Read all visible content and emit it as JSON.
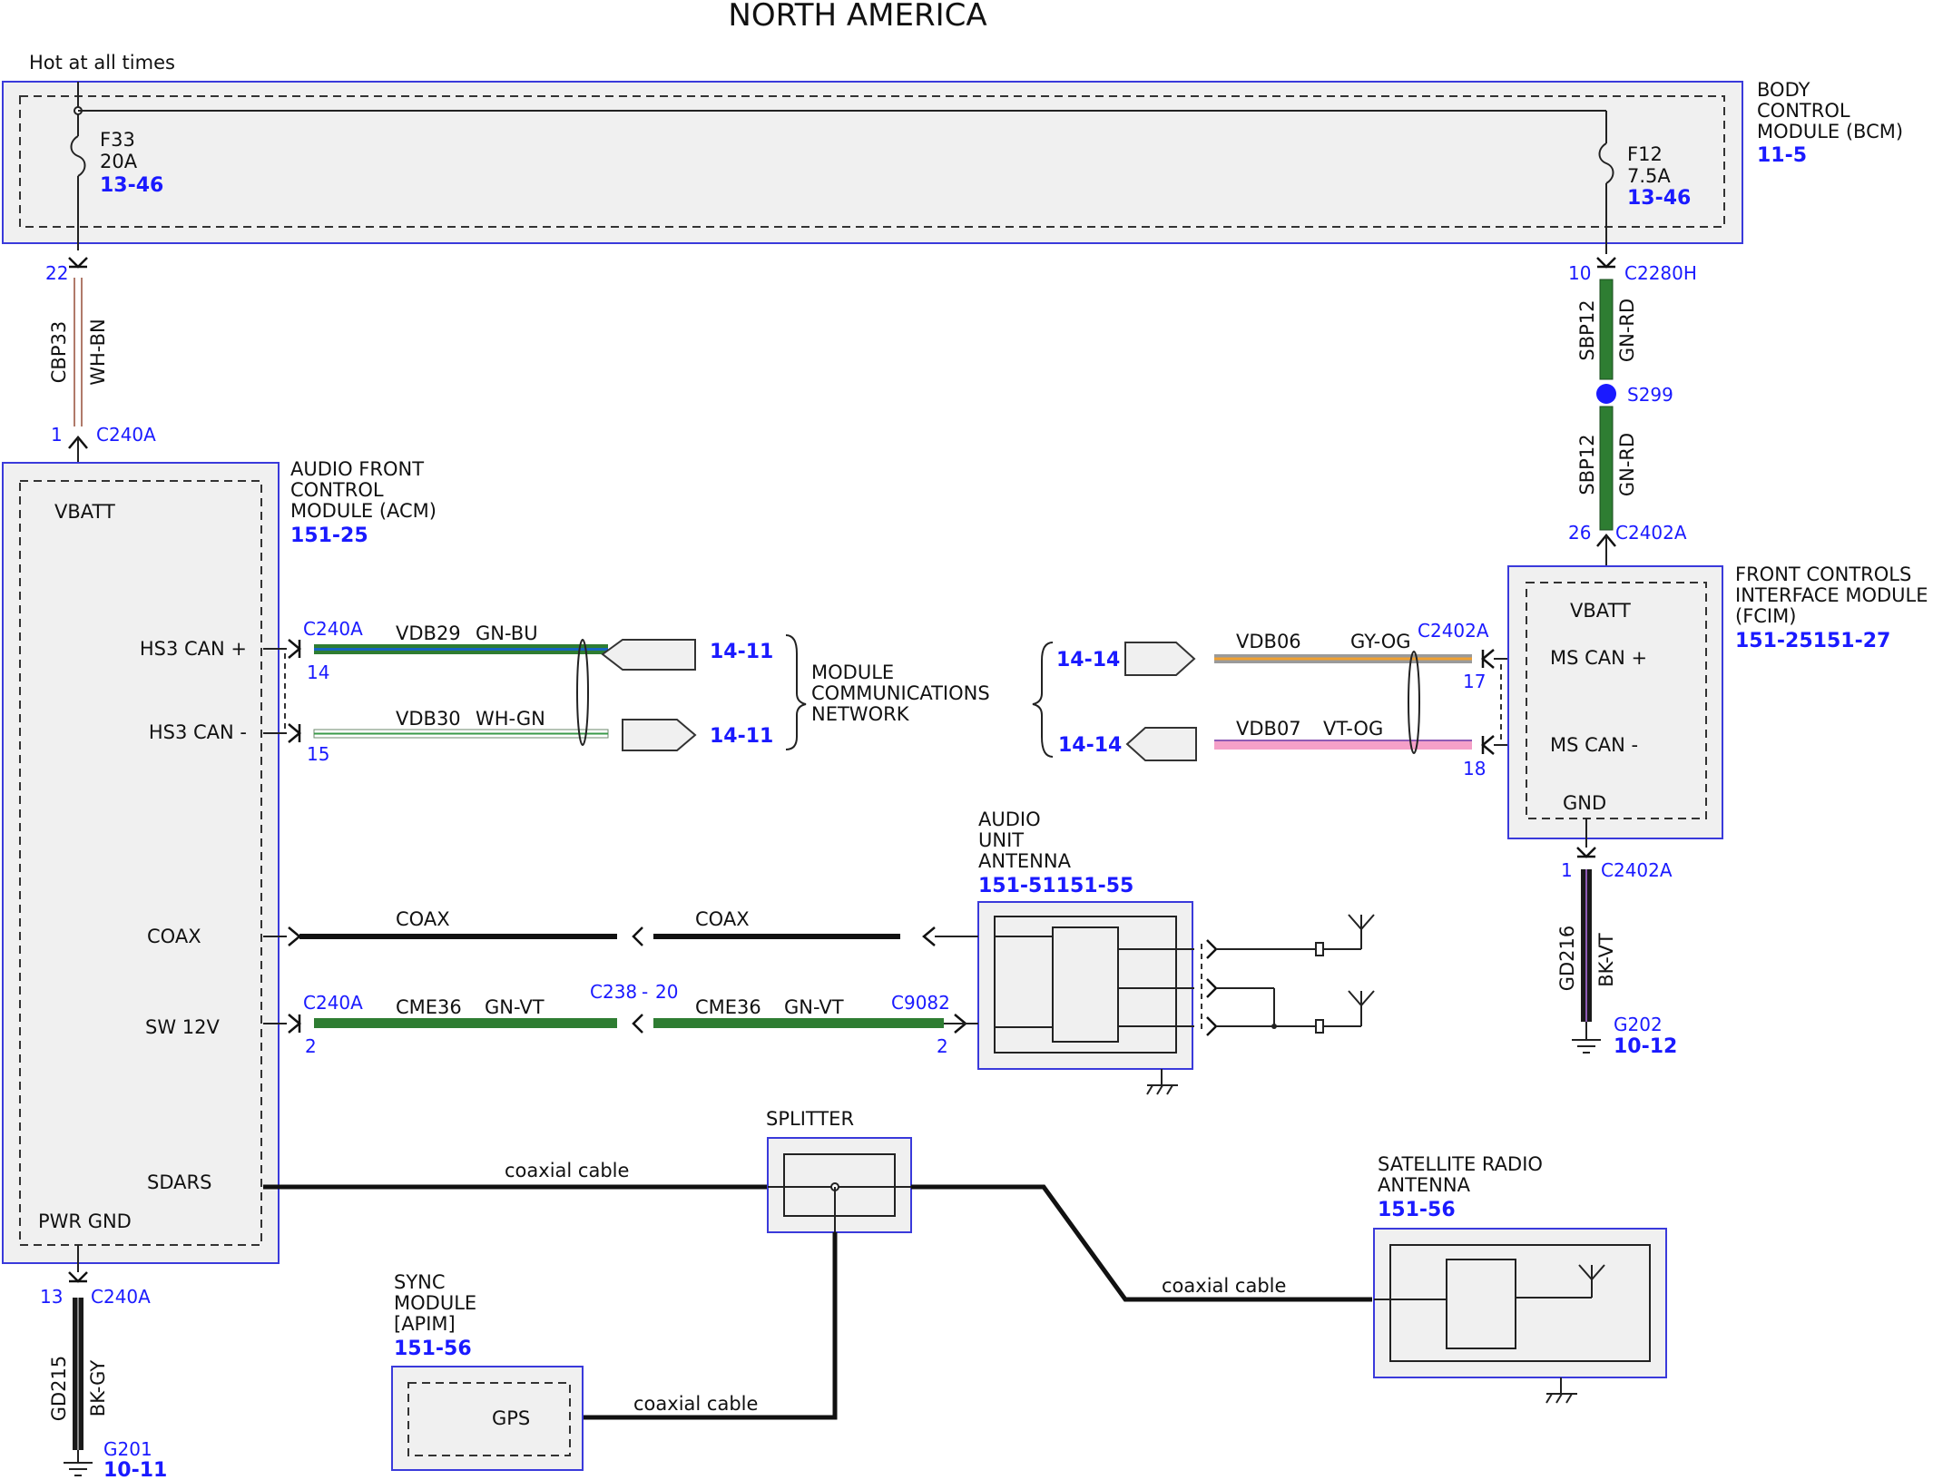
{
  "title": "NORTH AMERICA",
  "hot_label": "Hot at all times",
  "bcm": {
    "line1": "BODY",
    "line2": "CONTROL",
    "line3": "MODULE (BCM)",
    "ref": "11-5"
  },
  "fuses": {
    "f33": {
      "name": "F33",
      "amp": "20A",
      "ref": "13-46"
    },
    "f12": {
      "name": "F12",
      "amp": "7.5A",
      "ref": "13-46"
    }
  },
  "wire_cbp33": {
    "circuit": "CBP33",
    "color": "WH-BN",
    "pin_top": "22",
    "pin_bottom": "1",
    "connector": "C240A"
  },
  "wire_sbp12_a": {
    "circuit": "SBP12",
    "color": "GN-RD",
    "pin": "10",
    "connector": "C2280H"
  },
  "splice": {
    "name": "S299"
  },
  "wire_sbp12_b": {
    "circuit": "SBP12",
    "color": "GN-RD",
    "pin": "26",
    "connector": "C2402A"
  },
  "acm": {
    "line1": "AUDIO FRONT",
    "line2": "CONTROL",
    "line3": "MODULE (ACM)",
    "ref": "151-25",
    "pins": {
      "vbatt": "VBATT",
      "hs3_can_p": "HS3 CAN +",
      "hs3_can_n": "HS3 CAN -",
      "coax": "COAX",
      "sw12v": "SW 12V",
      "sdars": "SDARS",
      "pwr_gnd": "PWR GND"
    }
  },
  "fcim": {
    "line1": "FRONT CONTROLS",
    "line2": "INTERFACE MODULE",
    "line3": "(FCIM)",
    "ref": "151-25151-27",
    "pins": {
      "vbatt": "VBATT",
      "ms_can_p": "MS CAN +",
      "ms_can_n": "MS CAN -",
      "gnd": "GND"
    }
  },
  "vdb29": {
    "connector": "C240A",
    "pin": "14",
    "circuit": "VDB29",
    "color": "GN-BU",
    "ref": "14-11"
  },
  "vdb30": {
    "pin": "15",
    "circuit": "VDB30",
    "color": "WH-GN",
    "ref": "14-11"
  },
  "mcn": {
    "line1": "MODULE",
    "line2": "COMMUNICATIONS",
    "line3": "NETWORK"
  },
  "vdb06": {
    "connector": "C2402A",
    "pin": "17",
    "circuit": "VDB06",
    "color": "GY-OG",
    "ref": "14-14"
  },
  "vdb07": {
    "pin": "18",
    "circuit": "VDB07",
    "color": "VT-OG",
    "ref": "14-14"
  },
  "gd216": {
    "pin": "1",
    "connector": "C2402A",
    "circuit": "GD216",
    "color": "BK-VT",
    "ground": "G202",
    "ref": "10-12"
  },
  "antenna": {
    "line1": "AUDIO",
    "line2": "UNIT",
    "line3": "ANTENNA",
    "ref": "151-51151-55"
  },
  "coax1": {
    "label": "COAX"
  },
  "coax2": {
    "label": "COAX"
  },
  "cme36_a": {
    "connector": "C240A",
    "pin": "2",
    "circuit": "CME36",
    "color": "GN-VT"
  },
  "c238": {
    "connector": "C238",
    "dash": "-",
    "pin": "20"
  },
  "cme36_b": {
    "circuit": "CME36",
    "color": "GN-VT",
    "connector": "C9082",
    "pin": "2"
  },
  "splitter": {
    "label": "SPLITTER"
  },
  "coax_sdars": "coaxial cable",
  "coax_sat": "coaxial cable",
  "coax_gps": "coaxial cable",
  "sat_antenna": {
    "line1": "SATELLITE RADIO",
    "line2": "ANTENNA",
    "ref": "151-56"
  },
  "sync": {
    "line1": "SYNC",
    "line2": "MODULE",
    "line3": "[APIM]",
    "ref": "151-56",
    "gps": "GPS"
  },
  "gd215": {
    "pin": "13",
    "connector": "C240A",
    "circuit": "GD215",
    "color": "BK-GY",
    "ground": "G201",
    "ref": "10-11"
  },
  "colors": {
    "accent_blue": "#1a1aff",
    "box_border": "#3a3adb",
    "box_fill": "#f0f0f0",
    "green": "#2e7d32",
    "blue_stripe": "#1565c0",
    "pink": "#f5a0c8",
    "violet": "#8e5bb5"
  }
}
